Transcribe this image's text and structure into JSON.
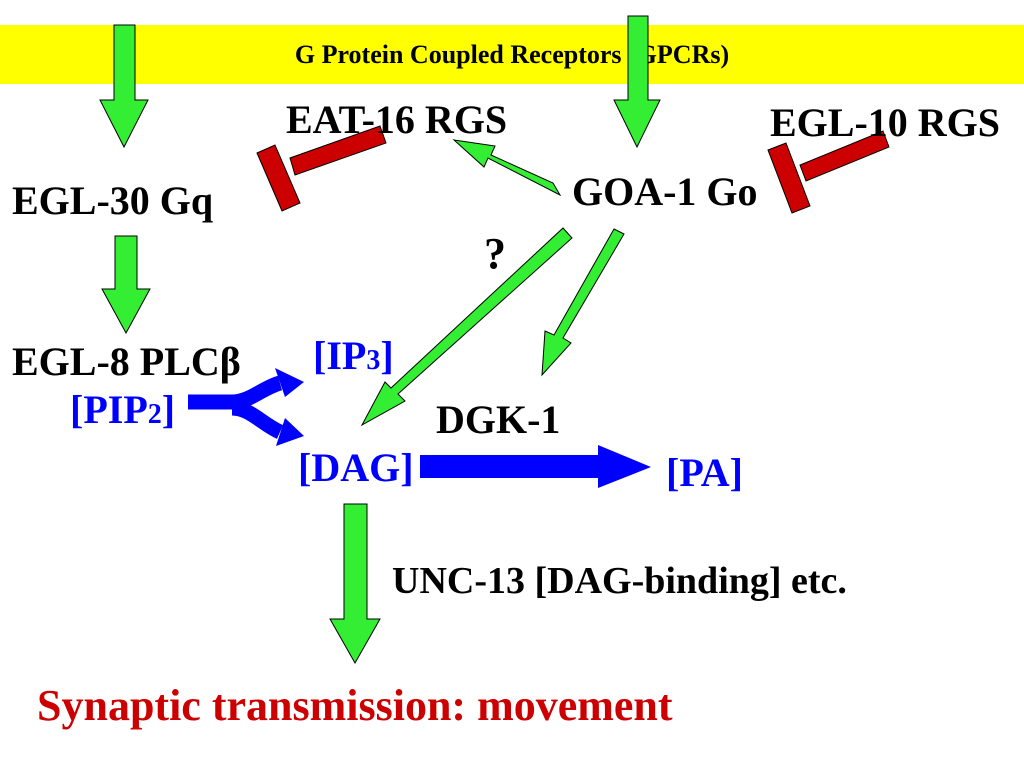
{
  "title": "G Protein Coupled Receptors (GPCRs)",
  "nodes": {
    "eat16": "EAT-16 RGS",
    "egl10": "EGL-10 RGS",
    "egl30": "EGL-30 Gq",
    "goa1": "GOA-1 Go",
    "question": "?",
    "egl8_prefix": "EGL-8 PLC",
    "egl8_beta": "β",
    "ip3_open": "[IP",
    "ip3_sub": "3",
    "ip3_close": "]",
    "pip2_open": "[PIP",
    "pip2_sub": "2",
    "pip2_close": "]",
    "dgk1": "DGK-1",
    "dag": "[DAG]",
    "pa": "[PA]",
    "unc13": "UNC-13 [DAG-binding] etc.",
    "outcome": "Synaptic transmission: movement"
  },
  "colors": {
    "banner": "#ffff00",
    "activation_arrow": "#33ee33",
    "inhibition": "#cc0000",
    "lipid_arrow": "#0000ff",
    "outcome_text": "#cc0000"
  }
}
